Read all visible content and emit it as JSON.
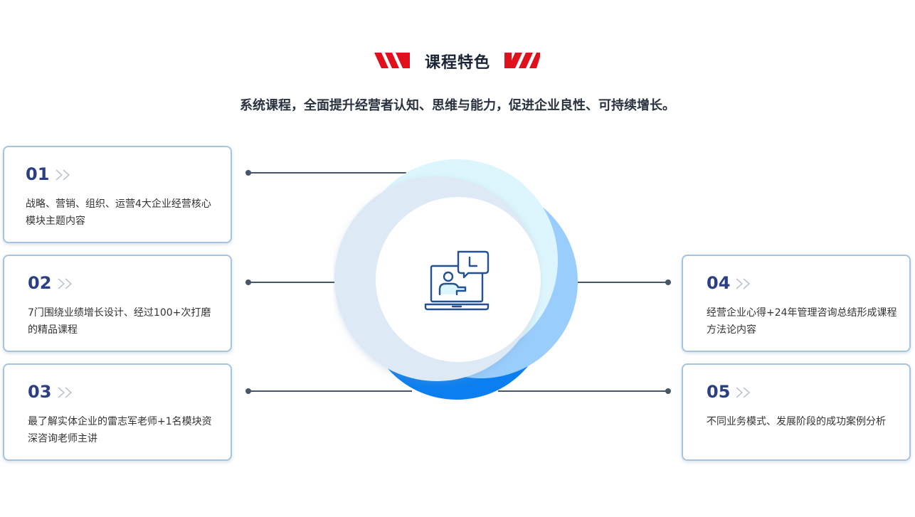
{
  "header": {
    "title": "课程特色",
    "subtitle": "系统课程，全面提升经营者认知、思维与能力，促进企业良性、可持续增长。"
  },
  "features": [
    {
      "num": "01",
      "desc": "战略、营销、组织、运营4大企业经营核心模块主题内容"
    },
    {
      "num": "02",
      "desc": "7门围绕业绩增长设计、经过100+次打磨的精品课程"
    },
    {
      "num": "03",
      "desc": "最了解实体企业的雷志军老师+1名模块资深咨询老师主讲"
    },
    {
      "num": "04",
      "desc": "经营企业心得+24年管理咨询总结形成课程方法论内容"
    },
    {
      "num": "05",
      "desc": "不同业务模式、发展阶段的成功案例分析"
    }
  ],
  "center_icon": "online-teaching-laptop-icon",
  "colors": {
    "accent_red": "#e1101d",
    "number_blue": "#2a3f84",
    "card_border": "#a7c4df",
    "connector": "#475669",
    "circle_dark_blue": "#0b7ff0",
    "circle_light_blue": "#99cdfc",
    "circle_pale_cyan": "#ddf6fd",
    "circle_pale_blue": "#dde9f5",
    "icon_stroke": "#245193"
  }
}
